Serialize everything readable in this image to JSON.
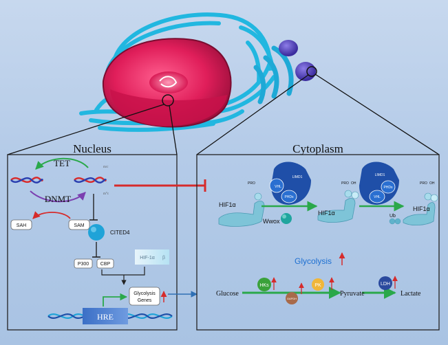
{
  "panels": {
    "nucleus_title": "Nucleus",
    "cytoplasm_title": "Cytoplasm"
  },
  "nucleus": {
    "tet": "TET",
    "dnmt": "DNMT",
    "mark_top": "m/c",
    "mark_bottom": "m°c",
    "sah": "SAH",
    "sam": "SAM",
    "cited4": "CITED4",
    "p300": "P300",
    "cbp": "CBP",
    "hif_complex": "HIF-1α",
    "hif_beta": "β",
    "glycolysis_genes_line1": "Glycolysis",
    "glycolysis_genes_line2": "Genes",
    "hre": "HRE"
  },
  "cytoplasm": {
    "hif1a_1": "HIF1α",
    "pro_1": "PRO",
    "vhl_1": "VHL",
    "limd1_1": "LIMD1",
    "phds_1": "PHDs",
    "wwox": "Wwox",
    "hif1a_2": "HIF1α",
    "pro_2": "PRO",
    "oh_2": "OH",
    "limd1_2": "LIMD1",
    "phds_2": "PHDs",
    "vhl_2": "VHL",
    "pro_3": "PRO",
    "oh_3": "OH",
    "hif1a_3": "HIF1α",
    "ub": "Ub",
    "glycolysis": "Glycolysis",
    "glucose": "Glucose",
    "hks": "HKs",
    "gapdh": "GAPDH",
    "pk": "PK",
    "pyruvate": "Pyruvate",
    "ldh": "LDH",
    "lactate": "Lactate"
  },
  "colors": {
    "background": "#b4cbe8",
    "inhibit_red": "#d62b2b",
    "activate_green": "#2aa84a",
    "protein_dark_blue": "#1f4fa8",
    "protein_cyan": "#2aa6d8",
    "glycolysis_blue": "#1d6fd1",
    "up_arrow_red": "#d62b2b"
  }
}
